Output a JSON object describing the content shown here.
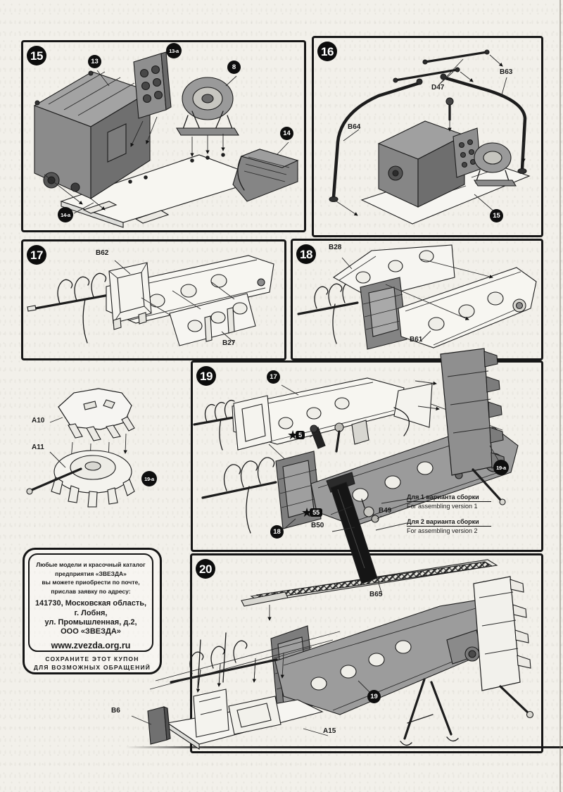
{
  "palette": {
    "ink": "#1b1b1b",
    "paper": "#f2f0ea"
  },
  "steps": {
    "s15": {
      "num": "15",
      "b13": "13",
      "b13a": "13-a",
      "b8": "8",
      "b14": "14",
      "b14a": "14-a"
    },
    "s16": {
      "num": "16",
      "d47": "D47",
      "b63": "B63",
      "b64": "B64",
      "b15": "15"
    },
    "s17": {
      "num": "17",
      "b62": "B62",
      "b27": "B27"
    },
    "s18": {
      "num": "18",
      "b28": "B28",
      "b61": "B61"
    },
    "s19": {
      "num": "19",
      "b17": "17",
      "b18": "18",
      "b19a": "19-a",
      "star5": "5",
      "star55": "55",
      "b49": "B49",
      "b50": "B50",
      "note1_ru": "Для 1 варианта сборки",
      "note1_en": "For assembling version 1",
      "note2_ru": "Для 2 варианта сборки",
      "note2_en": "For assembling version 2"
    },
    "s20": {
      "num": "20",
      "b65": "B65",
      "b19": "19",
      "a15": "A15",
      "b6": "B6"
    },
    "side": {
      "a10": "A10",
      "a11": "A11",
      "b19a": "19-a"
    }
  },
  "coupon": {
    "intro": [
      "Любые модели и красочный каталог",
      "предприятия «ЗВЕЗДА»",
      "вы можете приобрести по почте,",
      "прислав заявку по адресу:"
    ],
    "address": [
      "141730, Московская область,",
      "г. Лобня,",
      "ул. Промышленная, д.2,",
      "ООО «ЗВЕЗДА»"
    ],
    "site": "www.zvezda.org.ru",
    "keep": [
      "СОХРАНИТЕ ЭТОТ КУПОН",
      "ДЛЯ ВОЗМОЖНЫХ ОБРАЩЕНИЙ"
    ]
  }
}
